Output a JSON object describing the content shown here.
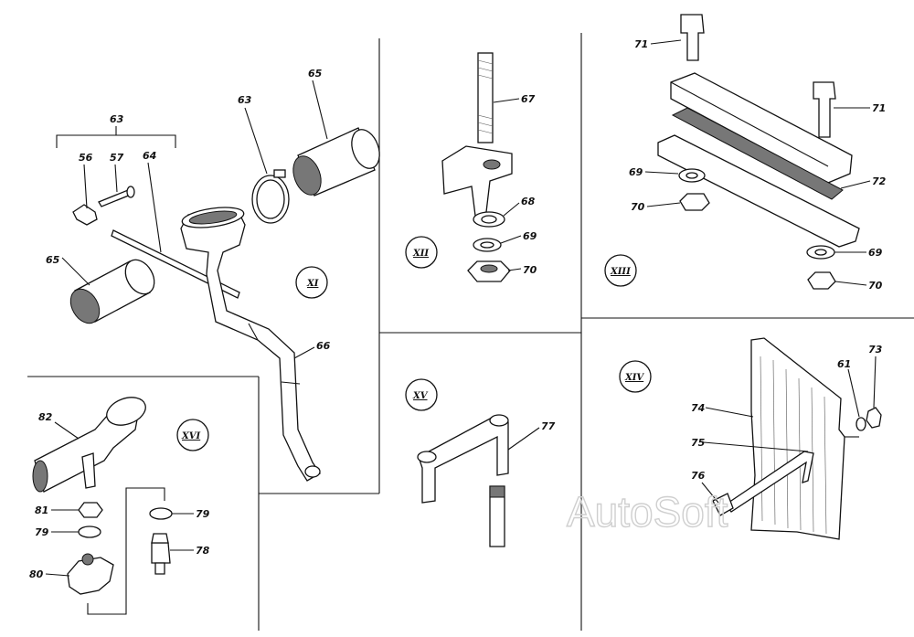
{
  "watermark": "AutoSoft",
  "sections": {
    "XI": "XI",
    "XII": "XII",
    "XIII": "XIII",
    "XIV": "XIV",
    "XV": "XV",
    "XVI": "XVI"
  },
  "callouts": {
    "c63_group": "63",
    "c56": "56",
    "c57": "57",
    "c64": "64",
    "c63": "63",
    "c65_top": "65",
    "c65_left": "65",
    "c66": "66",
    "c67": "67",
    "c68": "68",
    "c69_xii": "69",
    "c70_xii": "70",
    "c71_top": "71",
    "c71_right": "71",
    "c72": "72",
    "c69_xiii_l": "69",
    "c70_xiii_l": "70",
    "c69_xiii_r": "69",
    "c70_xiii_r": "70",
    "c77": "77",
    "c74": "74",
    "c61": "61",
    "c73": "73",
    "c75": "75",
    "c76": "76",
    "c82": "82",
    "c81": "81",
    "c79_l": "79",
    "c80": "80",
    "c79_r": "79",
    "c78": "78"
  }
}
